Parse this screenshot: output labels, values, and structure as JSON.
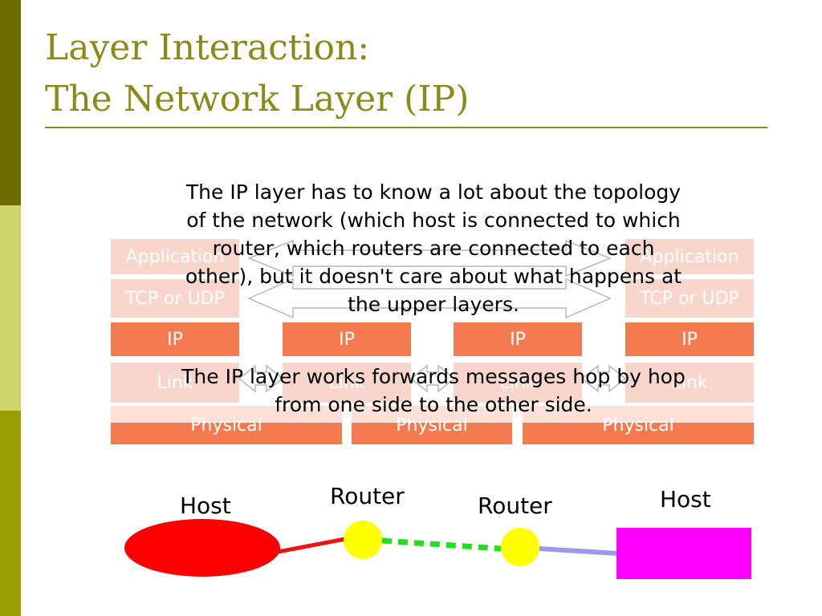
{
  "title": {
    "line1": "Layer Interaction:",
    "line2": "The Network Layer (IP)"
  },
  "stack": {
    "application": "Application",
    "tcp_udp": "TCP or UDP",
    "ip": "IP",
    "link": "Link",
    "physical": "Physical"
  },
  "text1": {
    "lines": [
      "The IP layer has to know a lot about the topology",
      "of the network (which host is connected to which",
      "router, which routers are connected to each",
      "other), but it doesn't care about what happens at",
      "the upper layers."
    ]
  },
  "text2": {
    "lines": [
      "The IP layer works forwards messages hop by hop",
      "from one side to the other side."
    ]
  },
  "topology": {
    "host_left": "Host",
    "router_1": "Router",
    "router_2": "Router",
    "host_right": "Host",
    "colors": {
      "host_left": "#ff0000",
      "router": "#ffff00",
      "host_right": "#ff00ff",
      "link_left": "#ee1111",
      "link_middle": "#22dd22",
      "link_right": "#9999ee"
    }
  }
}
